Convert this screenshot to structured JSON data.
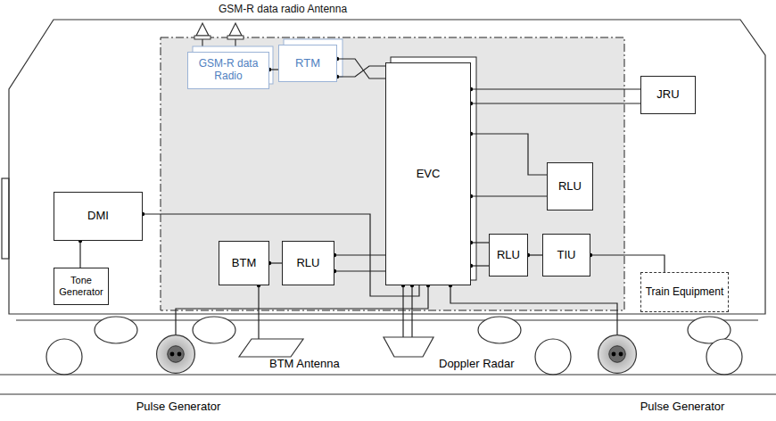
{
  "diagram": {
    "nodes": [
      {
        "text": [
          "GSM-R data Radio"
        ]
      },
      {
        "text": [
          "RTM"
        ]
      },
      {
        "text": [
          "EVC"
        ]
      },
      {
        "text": [
          "JRU"
        ]
      },
      {
        "text": [
          "RLU"
        ]
      },
      {
        "text": [
          "DMI"
        ]
      },
      {
        "text": [
          "BTM"
        ]
      },
      {
        "text": [
          "RLU"
        ]
      },
      {
        "text": [
          "RLU"
        ]
      },
      {
        "text": [
          "TIU"
        ]
      },
      {
        "text": [
          "Tone Generator"
        ]
      },
      {
        "text": [
          "Train Equipment"
        ]
      },
      {
        "text": [
          "BTM Antenna"
        ]
      },
      {
        "text": [
          "Doppler Radar"
        ]
      },
      {
        "text": [
          "Pulse Generator"
        ]
      },
      {
        "text": [
          "Pulse Generator"
        ]
      }
    ],
    "edges": [
      {
        "from": 0,
        "to": 1,
        "arrow": "none"
      },
      {
        "from": 1,
        "to": 2,
        "arrow": "none"
      },
      {
        "from": 1,
        "to": 2,
        "arrow": "none"
      },
      {
        "from": 2,
        "to": 3,
        "arrow": "none"
      },
      {
        "from": 2,
        "to": 3,
        "arrow": "none"
      },
      {
        "from": 2,
        "to": 4,
        "arrow": "none"
      },
      {
        "from": 2,
        "to": 4,
        "arrow": "none"
      },
      {
        "from": 2,
        "to": 8,
        "arrow": "none"
      },
      {
        "from": 2,
        "to": 8,
        "arrow": "none"
      },
      {
        "from": 8,
        "to": 9,
        "arrow": "none"
      },
      {
        "from": 9,
        "to": 11,
        "arrow": "none"
      },
      {
        "from": 6,
        "to": 7,
        "arrow": "none"
      },
      {
        "from": 7,
        "to": 2,
        "arrow": "none"
      },
      {
        "from": 7,
        "to": 2,
        "arrow": "none"
      },
      {
        "from": 5,
        "to": 2,
        "arrow": "none"
      },
      {
        "from": 5,
        "to": 10,
        "arrow": "none"
      },
      {
        "from": 6,
        "to": 12,
        "arrow": "none"
      },
      {
        "from": 2,
        "to": 13,
        "arrow": "none"
      },
      {
        "from": 2,
        "to": 13,
        "arrow": "none"
      },
      {
        "from": 2,
        "to": 14,
        "arrow": "none"
      },
      {
        "from": 2,
        "to": 15,
        "arrow": "none"
      }
    ],
    "labels": [
      "GSM-R data radio Antenna"
    ]
  }
}
